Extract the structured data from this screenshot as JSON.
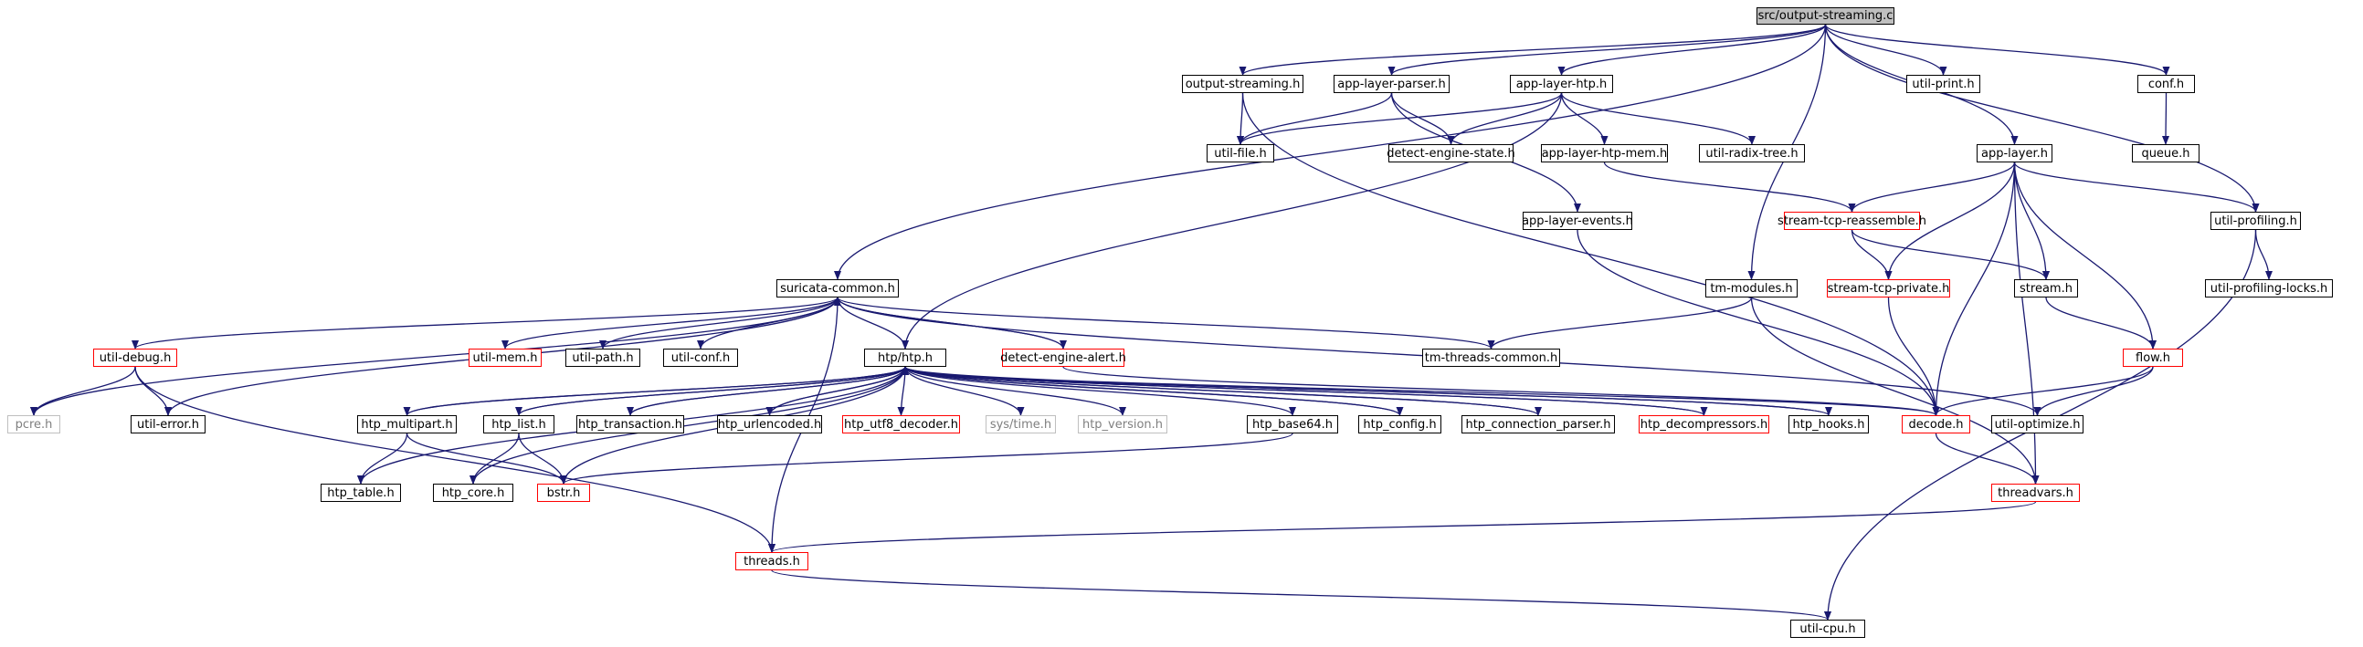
{
  "colors": {
    "edge": "#191970",
    "node_border": "#000000",
    "truncated_border": "#ff0000",
    "external_border": "#bfbfbf",
    "root_fill": "#bfbfbf"
  },
  "graph": {
    "root": "src/output-streaming.c",
    "nodes": {
      "root": {
        "label": "src/output-streaming.c",
        "kind": "root"
      },
      "output_streaming_h": {
        "label": "output-streaming.h",
        "kind": "normal"
      },
      "app_layer_parser_h": {
        "label": "app-layer-parser.h",
        "kind": "normal"
      },
      "app_layer_htp_h": {
        "label": "app-layer-htp.h",
        "kind": "normal"
      },
      "util_print_h": {
        "label": "util-print.h",
        "kind": "normal"
      },
      "conf_h": {
        "label": "conf.h",
        "kind": "normal"
      },
      "util_file_h": {
        "label": "util-file.h",
        "kind": "normal"
      },
      "detect_engine_state_h": {
        "label": "detect-engine-state.h",
        "kind": "normal"
      },
      "app_layer_htp_mem_h": {
        "label": "app-layer-htp-mem.h",
        "kind": "normal"
      },
      "util_radix_tree_h": {
        "label": "util-radix-tree.h",
        "kind": "normal"
      },
      "app_layer_h": {
        "label": "app-layer.h",
        "kind": "normal"
      },
      "queue_h": {
        "label": "queue.h",
        "kind": "normal"
      },
      "app_layer_events_h": {
        "label": "app-layer-events.h",
        "kind": "normal"
      },
      "stream_tcp_reassemble_h": {
        "label": "stream-tcp-reassemble.h",
        "kind": "truncated"
      },
      "util_profiling_h": {
        "label": "util-profiling.h",
        "kind": "normal"
      },
      "suricata_common_h": {
        "label": "suricata-common.h",
        "kind": "normal"
      },
      "tm_modules_h": {
        "label": "tm-modules.h",
        "kind": "normal"
      },
      "stream_tcp_private_h": {
        "label": "stream-tcp-private.h",
        "kind": "truncated"
      },
      "stream_h": {
        "label": "stream.h",
        "kind": "normal"
      },
      "util_profiling_locks_h": {
        "label": "util-profiling-locks.h",
        "kind": "normal"
      },
      "util_debug_h": {
        "label": "util-debug.h",
        "kind": "truncated"
      },
      "util_mem_h": {
        "label": "util-mem.h",
        "kind": "truncated"
      },
      "util_path_h": {
        "label": "util-path.h",
        "kind": "normal"
      },
      "util_conf_h": {
        "label": "util-conf.h",
        "kind": "normal"
      },
      "htp_htp_h": {
        "label": "htp/htp.h",
        "kind": "normal"
      },
      "detect_engine_alert_h": {
        "label": "detect-engine-alert.h",
        "kind": "truncated"
      },
      "tm_threads_common_h": {
        "label": "tm-threads-common.h",
        "kind": "normal"
      },
      "flow_h": {
        "label": "flow.h",
        "kind": "truncated"
      },
      "pcre_h": {
        "label": "pcre.h",
        "kind": "external"
      },
      "util_error_h": {
        "label": "util-error.h",
        "kind": "normal"
      },
      "htp_multipart_h": {
        "label": "htp_multipart.h",
        "kind": "normal"
      },
      "htp_list_h": {
        "label": "htp_list.h",
        "kind": "normal"
      },
      "htp_transaction_h": {
        "label": "htp_transaction.h",
        "kind": "normal"
      },
      "htp_urlencoded_h": {
        "label": "htp_urlencoded.h",
        "kind": "normal"
      },
      "htp_utf8_decoder_h": {
        "label": "htp_utf8_decoder.h",
        "kind": "truncated"
      },
      "sys_time_h": {
        "label": "sys/time.h",
        "kind": "external"
      },
      "htp_version_h": {
        "label": "htp_version.h",
        "kind": "external"
      },
      "htp_base64_h": {
        "label": "htp_base64.h",
        "kind": "normal"
      },
      "htp_config_h": {
        "label": "htp_config.h",
        "kind": "normal"
      },
      "htp_connection_parser_h": {
        "label": "htp_connection_parser.h",
        "kind": "normal"
      },
      "htp_decompressors_h": {
        "label": "htp_decompressors.h",
        "kind": "truncated"
      },
      "htp_hooks_h": {
        "label": "htp_hooks.h",
        "kind": "normal"
      },
      "decode_h": {
        "label": "decode.h",
        "kind": "truncated"
      },
      "util_optimize_h": {
        "label": "util-optimize.h",
        "kind": "normal"
      },
      "htp_table_h": {
        "label": "htp_table.h",
        "kind": "normal"
      },
      "htp_core_h": {
        "label": "htp_core.h",
        "kind": "normal"
      },
      "bstr_h": {
        "label": "bstr.h",
        "kind": "truncated"
      },
      "threadvars_h": {
        "label": "threadvars.h",
        "kind": "truncated"
      },
      "threads_h": {
        "label": "threads.h",
        "kind": "truncated"
      },
      "util_cpu_h": {
        "label": "util-cpu.h",
        "kind": "normal"
      }
    },
    "edges": [
      [
        "root",
        "output_streaming_h"
      ],
      [
        "root",
        "app_layer_parser_h"
      ],
      [
        "root",
        "app_layer_htp_h"
      ],
      [
        "root",
        "util_print_h"
      ],
      [
        "root",
        "conf_h"
      ],
      [
        "root",
        "suricata_common_h"
      ],
      [
        "root",
        "tm_modules_h"
      ],
      [
        "root",
        "app_layer_h"
      ],
      [
        "root",
        "util_profiling_h"
      ],
      [
        "output_streaming_h",
        "util_file_h"
      ],
      [
        "output_streaming_h",
        "decode_h"
      ],
      [
        "app_layer_parser_h",
        "util_file_h"
      ],
      [
        "app_layer_parser_h",
        "detect_engine_state_h"
      ],
      [
        "app_layer_parser_h",
        "app_layer_events_h"
      ],
      [
        "app_layer_htp_h",
        "util_file_h"
      ],
      [
        "app_layer_htp_h",
        "detect_engine_state_h"
      ],
      [
        "app_layer_htp_h",
        "app_layer_htp_mem_h"
      ],
      [
        "app_layer_htp_h",
        "util_radix_tree_h"
      ],
      [
        "app_layer_htp_h",
        "htp_htp_h"
      ],
      [
        "conf_h",
        "queue_h"
      ],
      [
        "app_layer_htp_mem_h",
        "stream_tcp_reassemble_h"
      ],
      [
        "app_layer_h",
        "stream_tcp_reassemble_h"
      ],
      [
        "app_layer_h",
        "stream_tcp_private_h"
      ],
      [
        "app_layer_h",
        "stream_h"
      ],
      [
        "app_layer_h",
        "flow_h"
      ],
      [
        "app_layer_h",
        "decode_h"
      ],
      [
        "app_layer_h",
        "util_profiling_h"
      ],
      [
        "app_layer_h",
        "threadvars_h"
      ],
      [
        "app_layer_events_h",
        "decode_h"
      ],
      [
        "stream_tcp_reassemble_h",
        "stream_tcp_private_h"
      ],
      [
        "stream_tcp_reassemble_h",
        "stream_h"
      ],
      [
        "stream_tcp_private_h",
        "decode_h"
      ],
      [
        "stream_h",
        "flow_h"
      ],
      [
        "flow_h",
        "decode_h"
      ],
      [
        "flow_h",
        "util_optimize_h"
      ],
      [
        "util_profiling_h",
        "util_profiling_locks_h"
      ],
      [
        "util_profiling_h",
        "util_cpu_h"
      ],
      [
        "tm_modules_h",
        "tm_threads_common_h"
      ],
      [
        "tm_modules_h",
        "threadvars_h"
      ],
      [
        "suricata_common_h",
        "pcre_h"
      ],
      [
        "suricata_common_h",
        "util_debug_h"
      ],
      [
        "suricata_common_h",
        "util_error_h"
      ],
      [
        "suricata_common_h",
        "util_mem_h"
      ],
      [
        "suricata_common_h",
        "util_path_h"
      ],
      [
        "suricata_common_h",
        "util_conf_h"
      ],
      [
        "suricata_common_h",
        "htp_htp_h"
      ],
      [
        "suricata_common_h",
        "detect_engine_alert_h"
      ],
      [
        "suricata_common_h",
        "tm_threads_common_h"
      ],
      [
        "suricata_common_h",
        "threads_h"
      ],
      [
        "suricata_common_h",
        "util_optimize_h"
      ],
      [
        "util_debug_h",
        "pcre_h"
      ],
      [
        "util_debug_h",
        "util_error_h"
      ],
      [
        "util_debug_h",
        "threads_h"
      ],
      [
        "detect_engine_alert_h",
        "suricata_common_h"
      ],
      [
        "detect_engine_alert_h",
        "decode_h"
      ],
      [
        "htp_htp_h",
        "htp_multipart_h"
      ],
      [
        "htp_htp_h",
        "htp_list_h"
      ],
      [
        "htp_htp_h",
        "htp_transaction_h"
      ],
      [
        "htp_htp_h",
        "htp_urlencoded_h"
      ],
      [
        "htp_htp_h",
        "htp_utf8_decoder_h"
      ],
      [
        "htp_htp_h",
        "sys_time_h"
      ],
      [
        "htp_htp_h",
        "htp_version_h"
      ],
      [
        "htp_htp_h",
        "htp_base64_h"
      ],
      [
        "htp_htp_h",
        "htp_config_h"
      ],
      [
        "htp_htp_h",
        "htp_connection_parser_h"
      ],
      [
        "htp_htp_h",
        "htp_decompressors_h"
      ],
      [
        "htp_htp_h",
        "htp_hooks_h"
      ],
      [
        "htp_htp_h",
        "htp_table_h"
      ],
      [
        "htp_htp_h",
        "htp_core_h"
      ],
      [
        "htp_htp_h",
        "bstr_h"
      ],
      [
        "htp_htp_h",
        "decode_h"
      ],
      [
        "htp_multipart_h",
        "htp_htp_h"
      ],
      [
        "htp_multipart_h",
        "htp_table_h"
      ],
      [
        "htp_multipart_h",
        "bstr_h"
      ],
      [
        "htp_list_h",
        "htp_htp_h"
      ],
      [
        "htp_list_h",
        "htp_core_h"
      ],
      [
        "htp_list_h",
        "bstr_h"
      ],
      [
        "htp_transaction_h",
        "htp_htp_h"
      ],
      [
        "htp_urlencoded_h",
        "htp_htp_h"
      ],
      [
        "htp_base64_h",
        "bstr_h"
      ],
      [
        "htp_config_h",
        "htp_htp_h"
      ],
      [
        "htp_connection_parser_h",
        "htp_htp_h"
      ],
      [
        "htp_decompressors_h",
        "htp_htp_h"
      ],
      [
        "htp_hooks_h",
        "htp_htp_h"
      ],
      [
        "decode_h",
        "threadvars_h"
      ],
      [
        "threadvars_h",
        "threads_h"
      ],
      [
        "threads_h",
        "util_cpu_h"
      ]
    ]
  }
}
